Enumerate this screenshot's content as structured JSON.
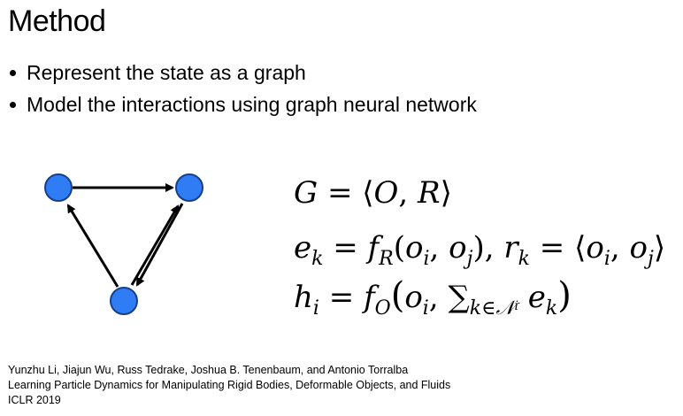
{
  "slide": {
    "title": "Method",
    "bullets": [
      "Represent the state as a graph",
      "Model the interactions using graph neural network"
    ],
    "node_color": "#2f7cf5",
    "equations": {
      "line1": [
        "G",
        " = ⟨",
        "O",
        ", ",
        "R",
        "⟩"
      ],
      "line2": {
        "e": "e",
        "e_sub": "k",
        "eq": " = ",
        "f": "f",
        "f_sub": "R",
        "args_open": "(",
        "o1": "o",
        "o1_sub": "i",
        "comma": ", ",
        "o2": "o",
        "o2_sub": "j",
        "args_close": "), ",
        "r": "r",
        "r_sub": "k",
        "eq2": " = ⟨",
        "o3": "o",
        "o3_sub": "i",
        "comma2": ", ",
        "o4": "o",
        "o4_sub": "j",
        "close": "⟩"
      },
      "line3": {
        "h": "h",
        "h_sub": "i",
        "eq": " = ",
        "f": "f",
        "f_sub": "O",
        "open": "(",
        "o": "o",
        "o_sub": "i",
        "comma": ", ",
        "sum": "∑",
        "sum_sub": "k∈𝒩",
        "sum_sub2": "i",
        "e": " e",
        "e_sub": "k",
        "close": ")"
      }
    },
    "citation": [
      "Yunzhu Li, Jiajun Wu, Russ Tedrake, Joshua B. Tenenbaum, and Antonio Torralba",
      "Learning Particle Dynamics for Manipulating Rigid Bodies, Deformable Objects, and Fluids",
      "ICLR 2019"
    ]
  }
}
